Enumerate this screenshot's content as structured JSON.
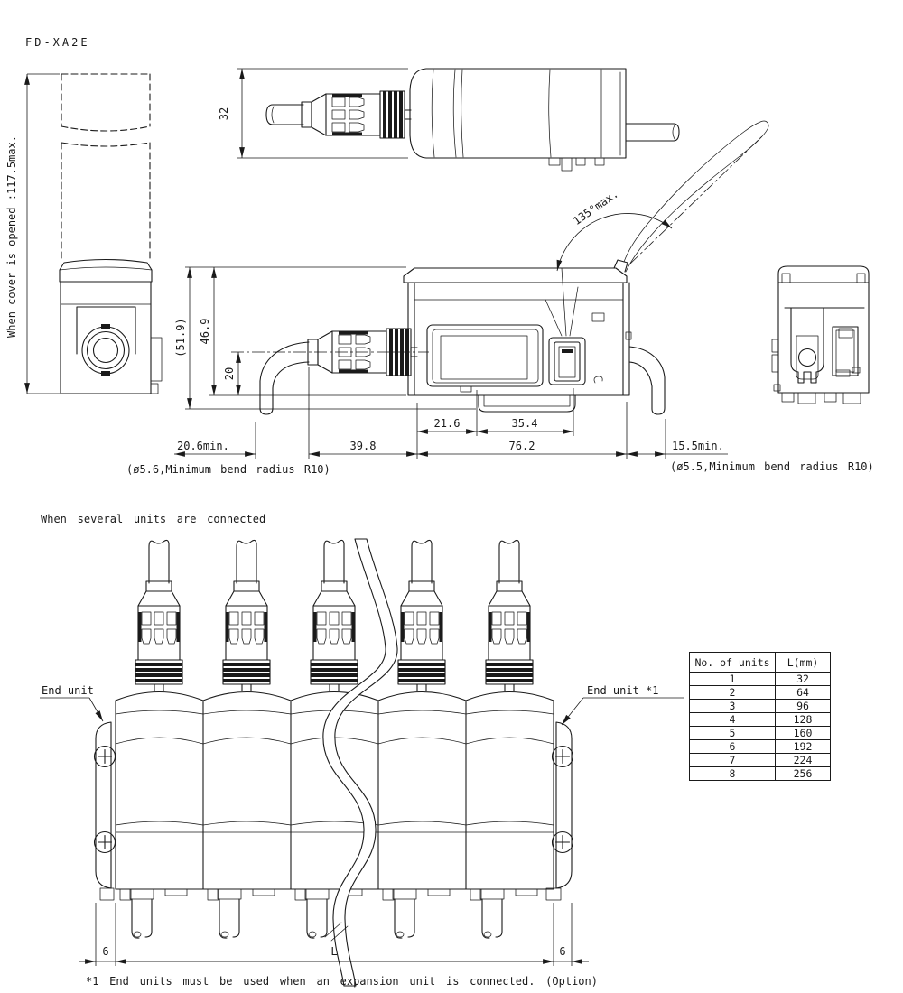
{
  "colors": {
    "line": "#1a1a1a",
    "background": "#ffffff"
  },
  "title": "FD-XA2E",
  "front_view": {
    "dim_cover_open": "When cover is opened :117.5max."
  },
  "top_view": {
    "dim_width": "32"
  },
  "side_view": {
    "dim_overall_height": "(51.9)",
    "dim_body_height": "46.9",
    "dim_connector_center": "20",
    "dim_cover_angle": "135°max.",
    "dim_display_offset": "21.6",
    "dim_display_width": "35.4",
    "dim_cable_left_min": "20.6min.",
    "dim_connector_length": "39.8",
    "dim_body_length": "76.2",
    "dim_cable_right_min": "15.5min.",
    "note_cable_left": "(ø5.6,Minimum bend radius R10)",
    "note_cable_right": "(ø5.5,Minimum bend radius R10)"
  },
  "multi_unit": {
    "heading": "When several units are connected",
    "end_unit_left": "End unit",
    "end_unit_right": "End unit *1",
    "dim_end_left": "6",
    "dim_length": "L",
    "dim_end_right": "6",
    "footnote": "*1 End units must be used when an expansion unit is connected. (Option)"
  },
  "units_table": {
    "header_units": "No. of units",
    "header_length": "L(mm)",
    "rows": [
      {
        "units": "1",
        "length": "32"
      },
      {
        "units": "2",
        "length": "64"
      },
      {
        "units": "3",
        "length": "96"
      },
      {
        "units": "4",
        "length": "128"
      },
      {
        "units": "5",
        "length": "160"
      },
      {
        "units": "6",
        "length": "192"
      },
      {
        "units": "7",
        "length": "224"
      },
      {
        "units": "8",
        "length": "256"
      }
    ]
  }
}
